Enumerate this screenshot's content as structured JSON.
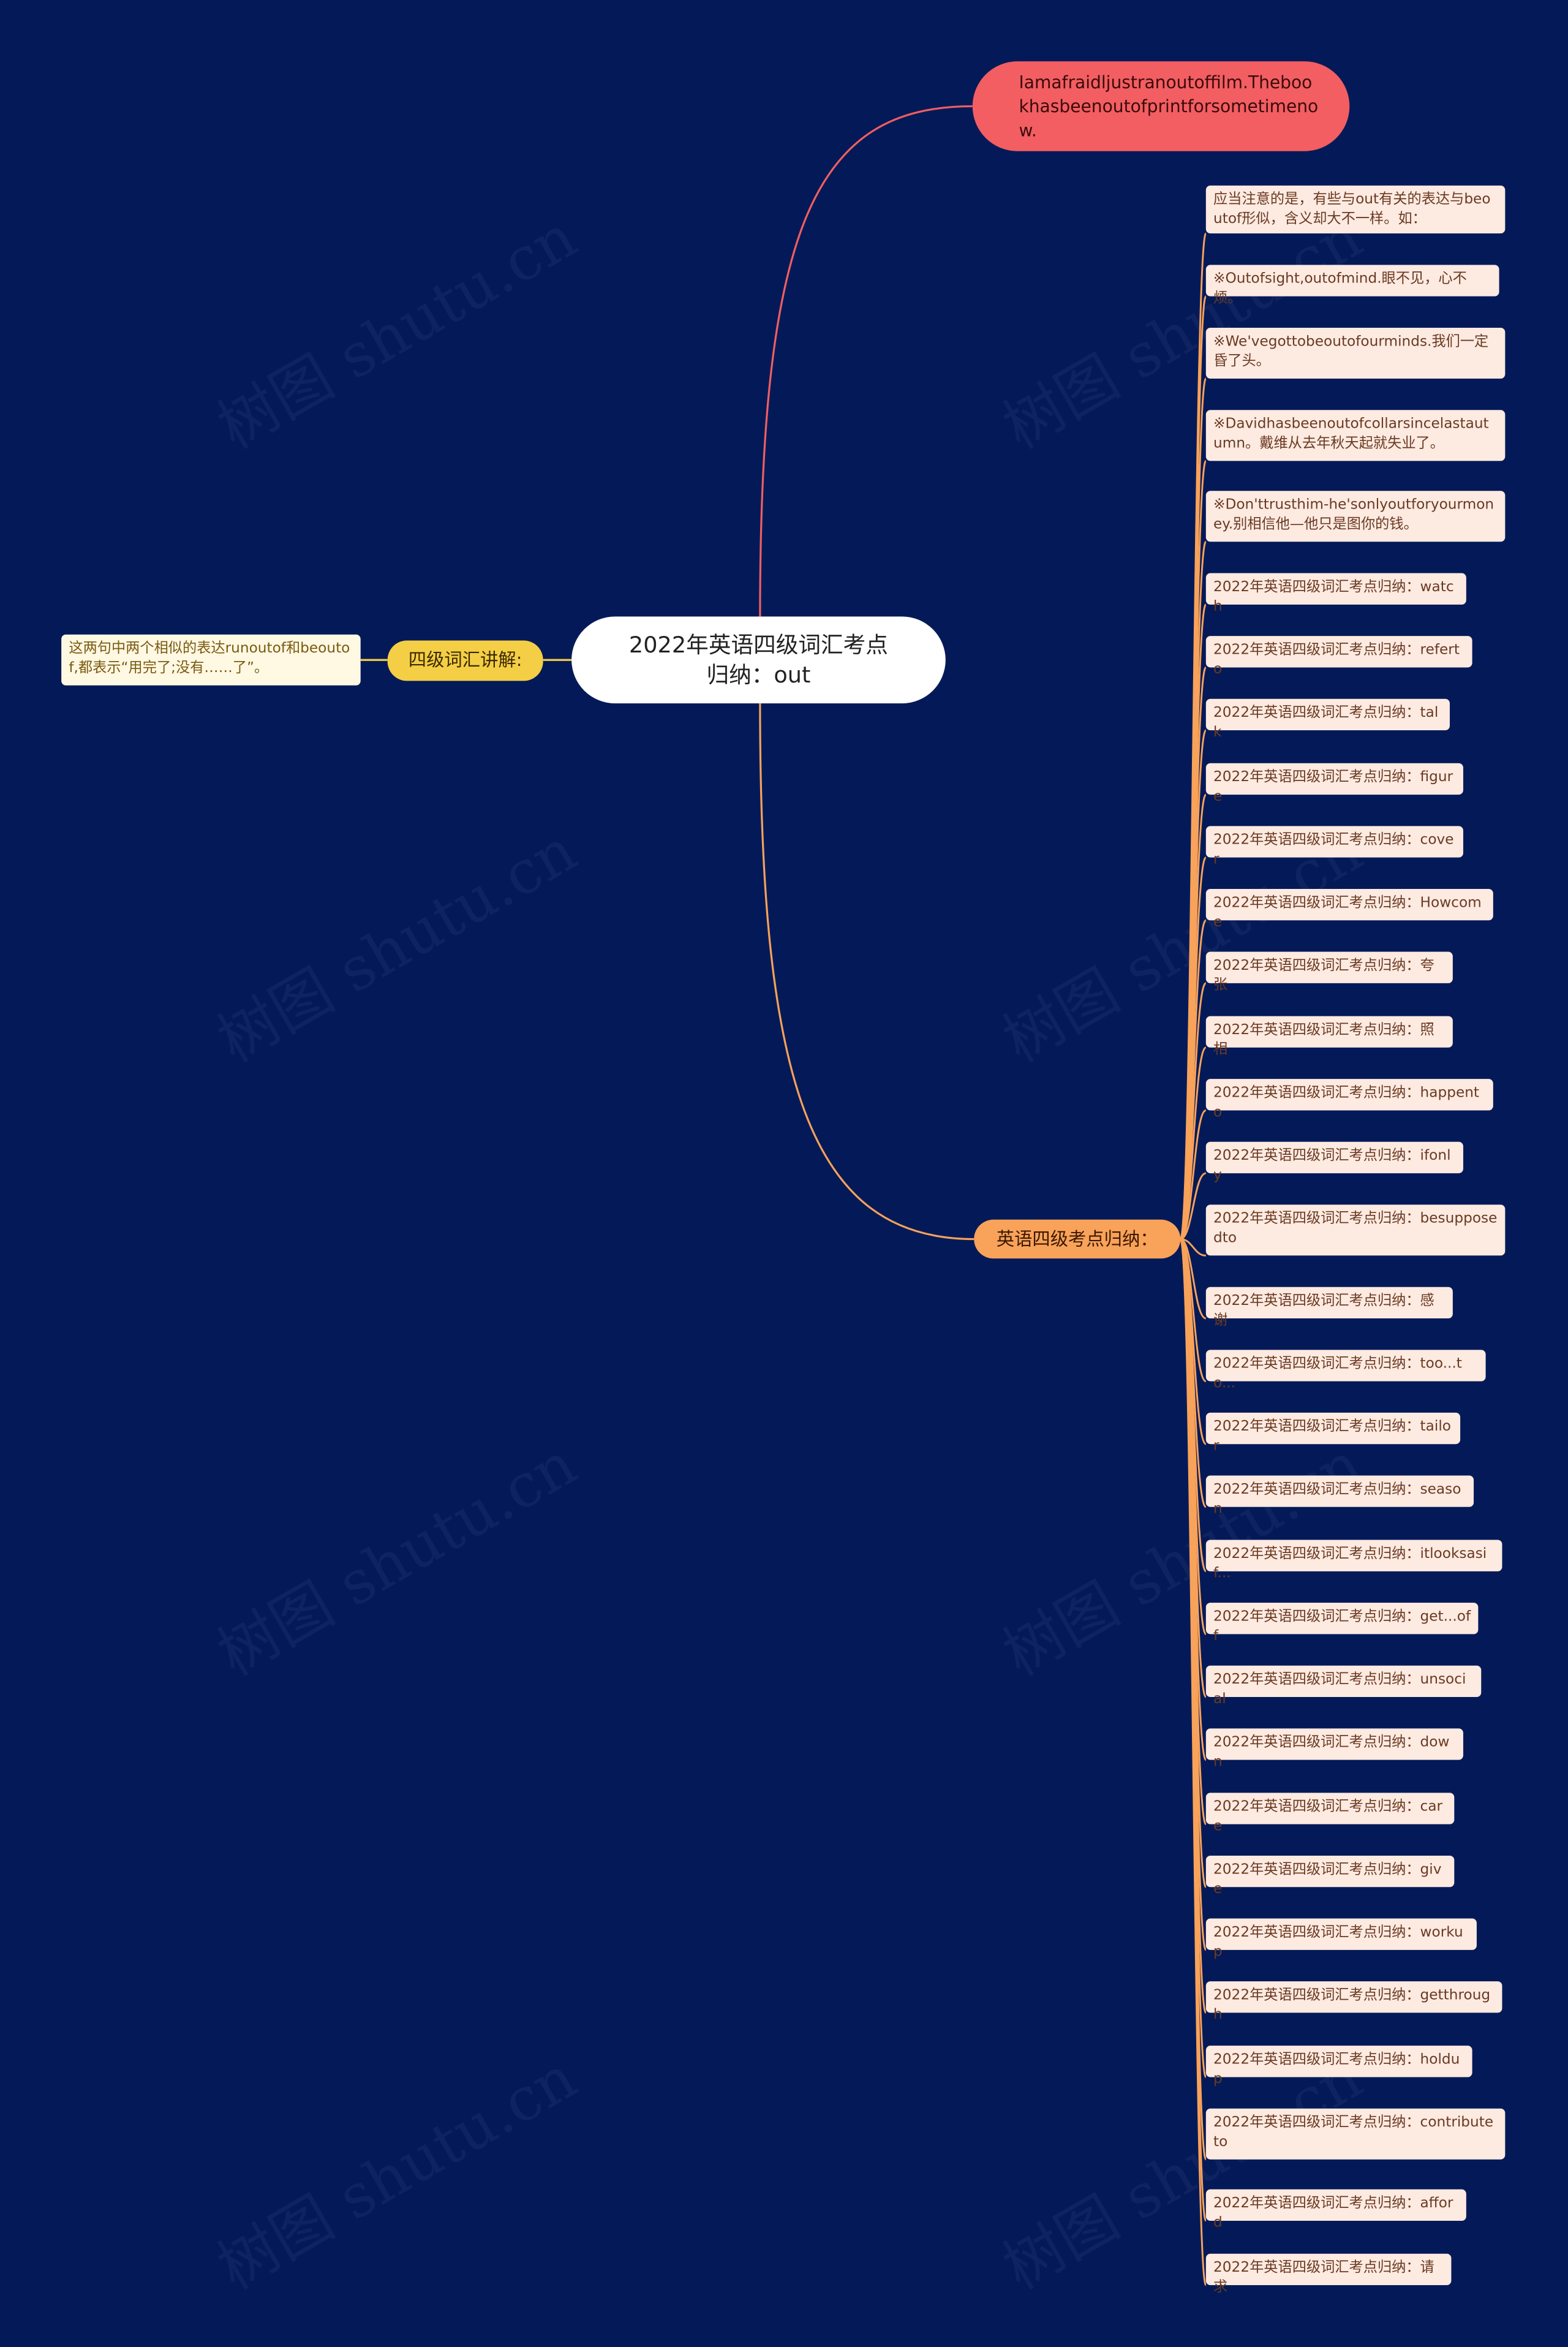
{
  "root": {
    "line1": "2022年英语四级词汇考点",
    "line2": "归纳：out"
  },
  "top_node": "Iamafraidljustranoutoffilm.Thebookhasbeenoutofprintforsometimenow.",
  "orange_branch": {
    "label": "英语四级考点归纳：",
    "items": [
      "应当注意的是，有些与out有关的表达与beoutof形似，含义却大不一样。如：",
      "※Outofsight,outofmind.眼不见，心不烦。",
      "※We'vegottobeoutofourminds.我们一定昏了头。",
      "※Davidhasbeenoutofcollarsincelastautumn。戴维从去年秋天起就失业了。",
      "※Don'ttrusthim-he'sonlyoutforyourmoney.别相信他—他只是图你的钱。",
      "2022年英语四级词汇考点归纳：watch",
      "2022年英语四级词汇考点归纳：referto",
      "2022年英语四级词汇考点归纳：talk",
      "2022年英语四级词汇考点归纳：figure",
      "2022年英语四级词汇考点归纳：cover",
      "2022年英语四级词汇考点归纳：Howcome",
      "2022年英语四级词汇考点归纳：夸张",
      "2022年英语四级词汇考点归纳：照相",
      "2022年英语四级词汇考点归纳：happento",
      "2022年英语四级词汇考点归纳：ifonly",
      "2022年英语四级词汇考点归纳：besupposedto",
      "2022年英语四级词汇考点归纳：感谢",
      "2022年英语四级词汇考点归纳：too...to...",
      "2022年英语四级词汇考点归纳：tailor",
      "2022年英语四级词汇考点归纳：season",
      "2022年英语四级词汇考点归纳：itlooksasif...",
      "2022年英语四级词汇考点归纳：get...off",
      "2022年英语四级词汇考点归纳：unsocial",
      "2022年英语四级词汇考点归纳：down",
      "2022年英语四级词汇考点归纳：care",
      "2022年英语四级词汇考点归纳：give",
      "2022年英语四级词汇考点归纳：workup",
      "2022年英语四级词汇考点归纳：getthrough",
      "2022年英语四级词汇考点归纳：holdup",
      "2022年英语四级词汇考点归纳：contributeto",
      "2022年英语四级词汇考点归纳：afford",
      "2022年英语四级词汇考点归纳：请求"
    ]
  },
  "yellow_branch": {
    "label": "四级词汇讲解:",
    "items": [
      "这两句中两个相似的表达runoutof和beoutof,都表示“用完了;没有……了”。"
    ]
  },
  "watermark": "树图 shutu.cn",
  "colors": {
    "background": "#041a58",
    "root": "#ffffff",
    "top_node": "#f25e61",
    "orange_branch": "#f8a25a",
    "yellow_branch": "#f4ce45",
    "leaf": "#fdeae1",
    "yellow_leaf": "#fff8e3"
  }
}
